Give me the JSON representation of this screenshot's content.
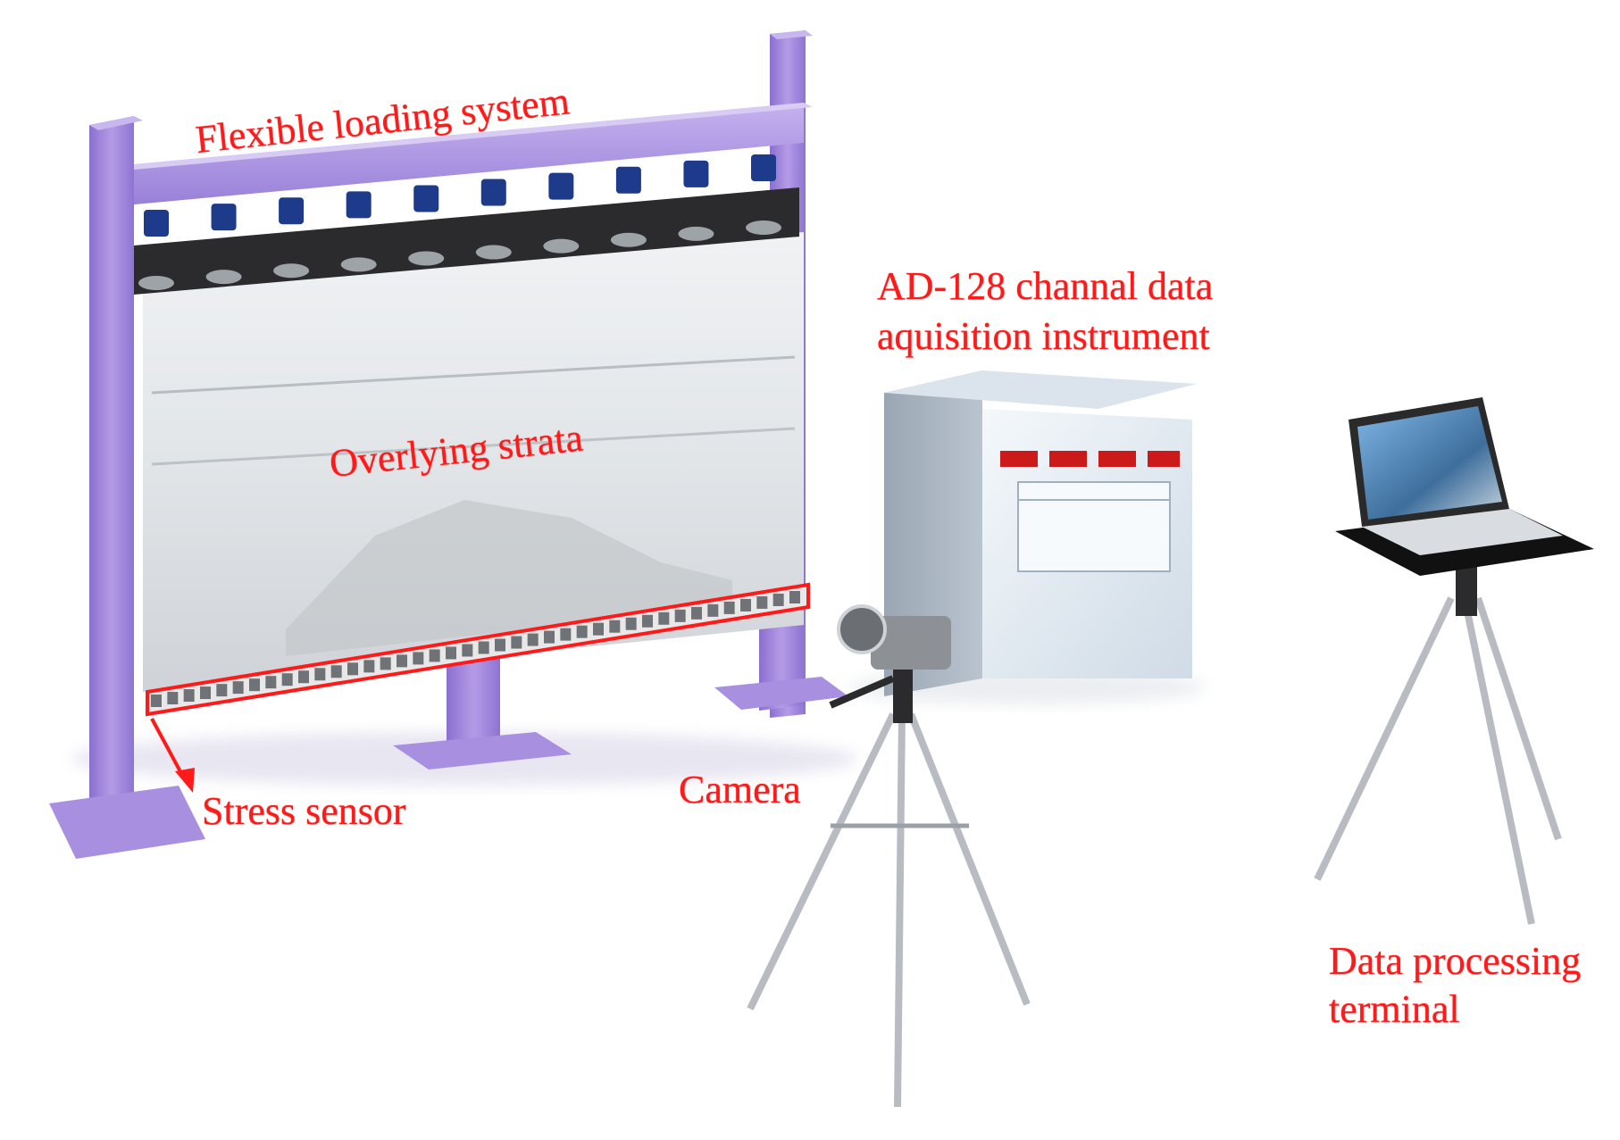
{
  "labels": {
    "flexible_loading": "Flexible loading system",
    "overlying_strata": "Overlying strata",
    "stress_sensor": "Stress sensor",
    "camera": "Camera",
    "daq_line1": "AD-128 channal data",
    "daq_line2": "aquisition instrument",
    "terminal_line1": "Data processing",
    "terminal_line2": "terminal"
  },
  "colors": {
    "label": "#ff1a1a",
    "frame": "#9a7fd6",
    "frame_dark": "#7d63c0",
    "loader": "#2b2b2e",
    "jack": "#1e3a8a",
    "cabinet": "#e6eef5",
    "display": "#cc1a1a",
    "tripod": "#b8bcc2"
  },
  "counts": {
    "jacks": 10,
    "sensors": 40
  }
}
